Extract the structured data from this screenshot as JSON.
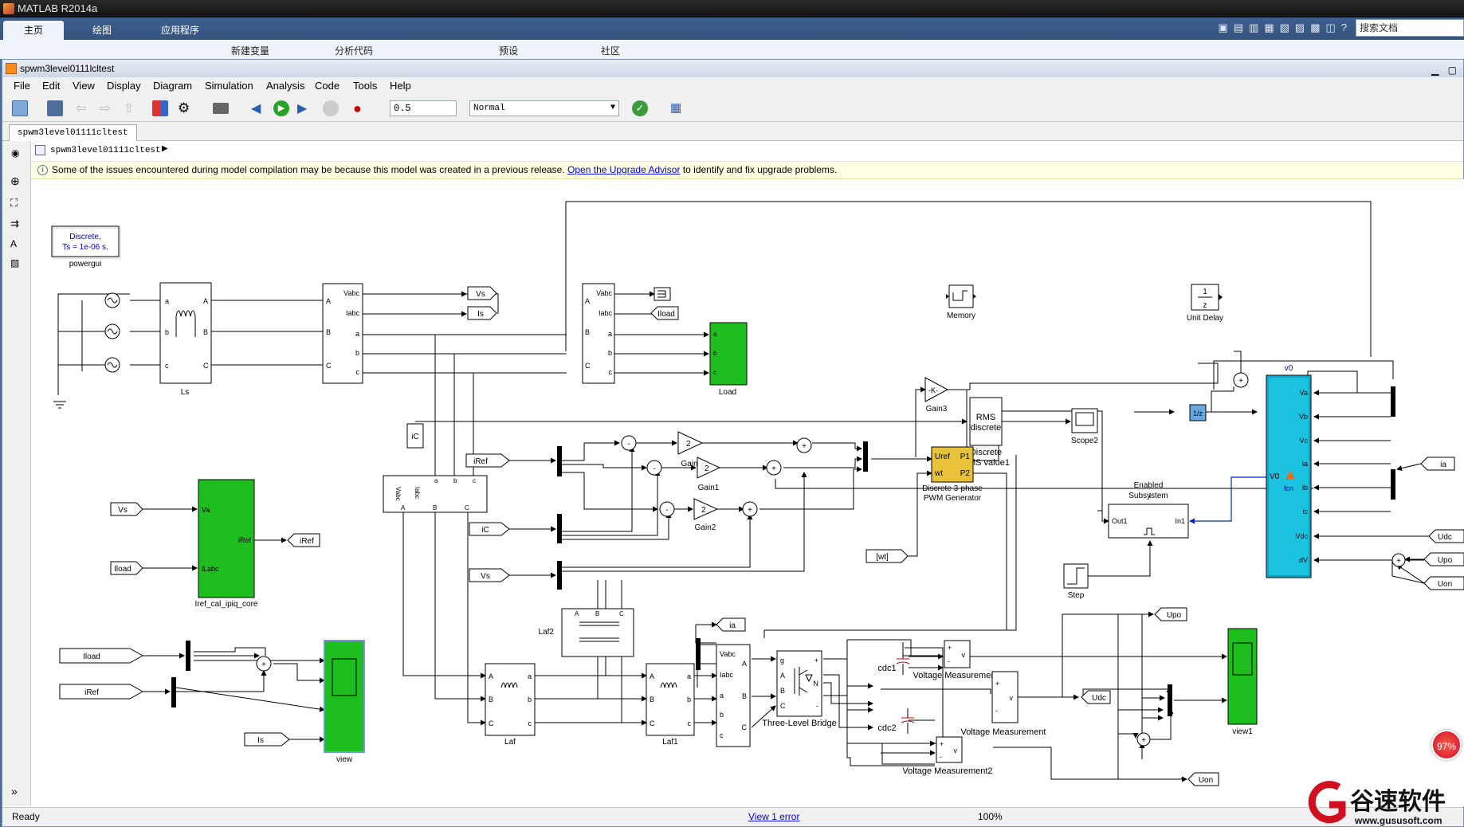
{
  "app": {
    "title": "MATLAB R2014a",
    "ribbon_tabs": [
      "主页",
      "绘图",
      "应用程序"
    ],
    "ribbon_items": [
      "新建变量",
      "分析代码",
      "预设",
      "社区"
    ],
    "search_placeholder": "搜索文档"
  },
  "window": {
    "title": "spwm3level0111lcltest"
  },
  "menus": [
    "File",
    "Edit",
    "View",
    "Display",
    "Diagram",
    "Simulation",
    "Analysis",
    "Code",
    "Tools",
    "Help"
  ],
  "toolbar": {
    "stop_time": "0.5",
    "sim_mode": "Normal"
  },
  "tab": {
    "label": "spwm3level01111cltest"
  },
  "breadcrumb": {
    "label": "spwm3level01111cltest"
  },
  "infobar": {
    "text": "Some of the issues encountered during model compilation may be because this model was created in a previous release.",
    "link": "Open the Upgrade Advisor",
    "suffix": "to identify and fix upgrade problems."
  },
  "blocks": {
    "powergui_line1": "Discrete,",
    "powergui_line2": "Ts = 1e-06 s.",
    "powergui": "powergui",
    "ls": "Ls",
    "load": "Load",
    "memory": "Memory",
    "unit_delay": "Unit Delay",
    "unit_delay_top": "1",
    "unit_delay_bottom": "z",
    "gain3": "Gain3",
    "gain3_val": "-K-",
    "gain": "Gain",
    "gain1": "Gain1",
    "gain2": "Gain2",
    "gain_val": "2",
    "rms_line1": "RMS",
    "rms_line2": "discrete",
    "rms_name1": "Discrete",
    "rms_name2": "RMS value1",
    "pwm_name1": "Discrete 3-phase",
    "pwm_name2": "PWM Generator",
    "pwm_uref": "Uref",
    "pwm_p1": "P1",
    "pwm_p2": "P2",
    "pwm_wt": "wt",
    "scope2": "Scope2",
    "one_over_z": "1/z",
    "v0": "v0",
    "fcn": "fcn",
    "enabled_line1": "Enabled",
    "enabled_line2": "Subsystem",
    "out1": "Out1",
    "in1": "In1",
    "step": "Step",
    "iref_core": "Iref_cal_ipiq_core",
    "iref_va": "Va",
    "iref_ilabc": "iLabc",
    "iref_out": "iRef",
    "view": "view",
    "view1": "view1",
    "laf": "Laf",
    "laf1": "Laf1",
    "laf2": "Laf2",
    "bridge": "Three-Level Bridge",
    "cdc1": "cdc1",
    "cdc2": "cdc2",
    "vm": "Voltage Measurement",
    "vm1": "Voltage Measurement",
    "vm2": "Voltage Measurement2",
    "vabc": "Vabc",
    "iabc": "Iabc",
    "ic_goto": "iC",
    "vm_v": "v"
  },
  "tags": {
    "vs": "Vs",
    "is": "Is",
    "iload": "Iload",
    "iref": "iRef",
    "ic": "iC",
    "wt": "[wt]",
    "ia": "ia",
    "udc": "Udc",
    "upo": "Upo",
    "uon": "Uon"
  },
  "status": {
    "ready": "Ready",
    "error_link": "View 1 error",
    "zoom": "100%"
  },
  "badge": "97%",
  "watermark": {
    "brand": "谷速软件",
    "url": "www.gususoft.com"
  },
  "colors": {
    "green_block": "#1fbe1f",
    "cyan_block": "#1bc3e0",
    "pwm_yellow": "#e8c33a",
    "link": "#0000ee"
  }
}
